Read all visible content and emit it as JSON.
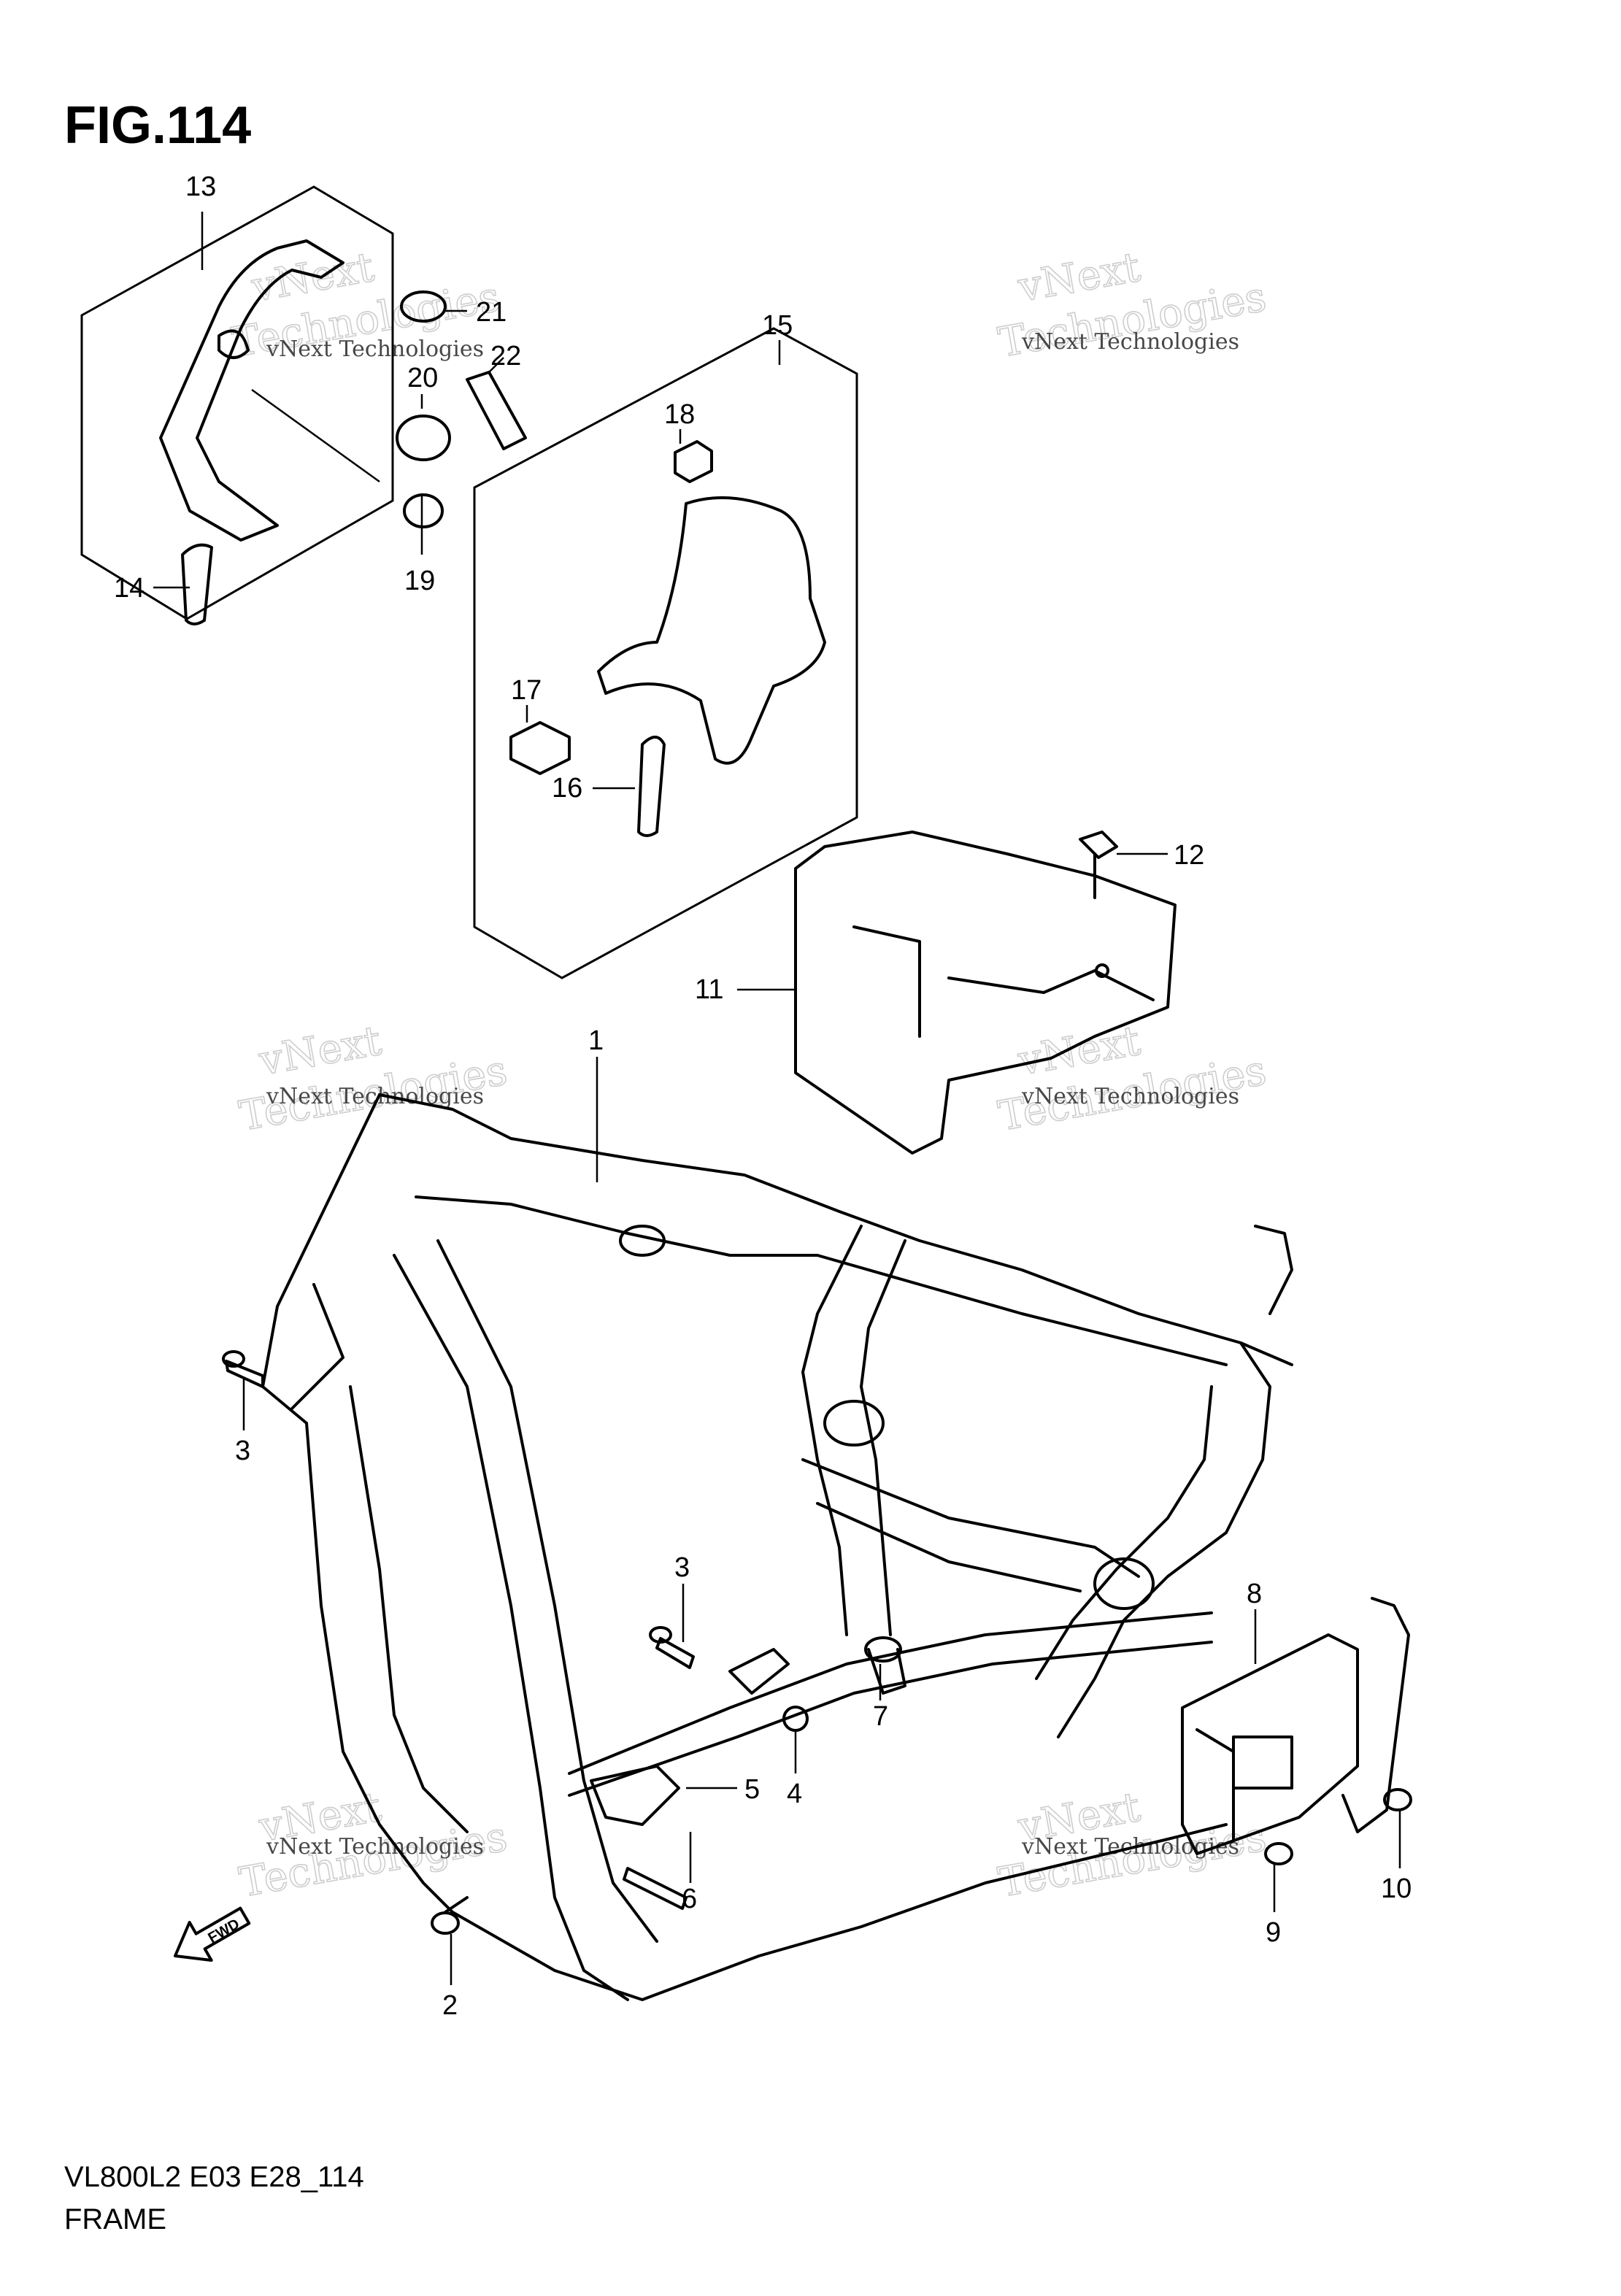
{
  "figure": {
    "title": "FIG.114",
    "model_code": "VL800L2 E03 E28_114",
    "section_name": "FRAME"
  },
  "callouts": [
    {
      "id": "1",
      "label": "1"
    },
    {
      "id": "2",
      "label": "2"
    },
    {
      "id": "3a",
      "label": "3"
    },
    {
      "id": "3b",
      "label": "3"
    },
    {
      "id": "4",
      "label": "4"
    },
    {
      "id": "5",
      "label": "5"
    },
    {
      "id": "6",
      "label": "6"
    },
    {
      "id": "7",
      "label": "7"
    },
    {
      "id": "8",
      "label": "8"
    },
    {
      "id": "9",
      "label": "9"
    },
    {
      "id": "10",
      "label": "10"
    },
    {
      "id": "11",
      "label": "11"
    },
    {
      "id": "12",
      "label": "12"
    },
    {
      "id": "13",
      "label": "13"
    },
    {
      "id": "14",
      "label": "14"
    },
    {
      "id": "15",
      "label": "15"
    },
    {
      "id": "16",
      "label": "16"
    },
    {
      "id": "17",
      "label": "17"
    },
    {
      "id": "18",
      "label": "18"
    },
    {
      "id": "19",
      "label": "19"
    },
    {
      "id": "20",
      "label": "20"
    },
    {
      "id": "21",
      "label": "21"
    },
    {
      "id": "22",
      "label": "22"
    }
  ],
  "direction_marker": {
    "label": "FWD",
    "icon": "fwd-arrow-icon"
  },
  "watermark": {
    "line1": "vNext",
    "line2": "Technologies",
    "small": "vNext Technologies"
  }
}
